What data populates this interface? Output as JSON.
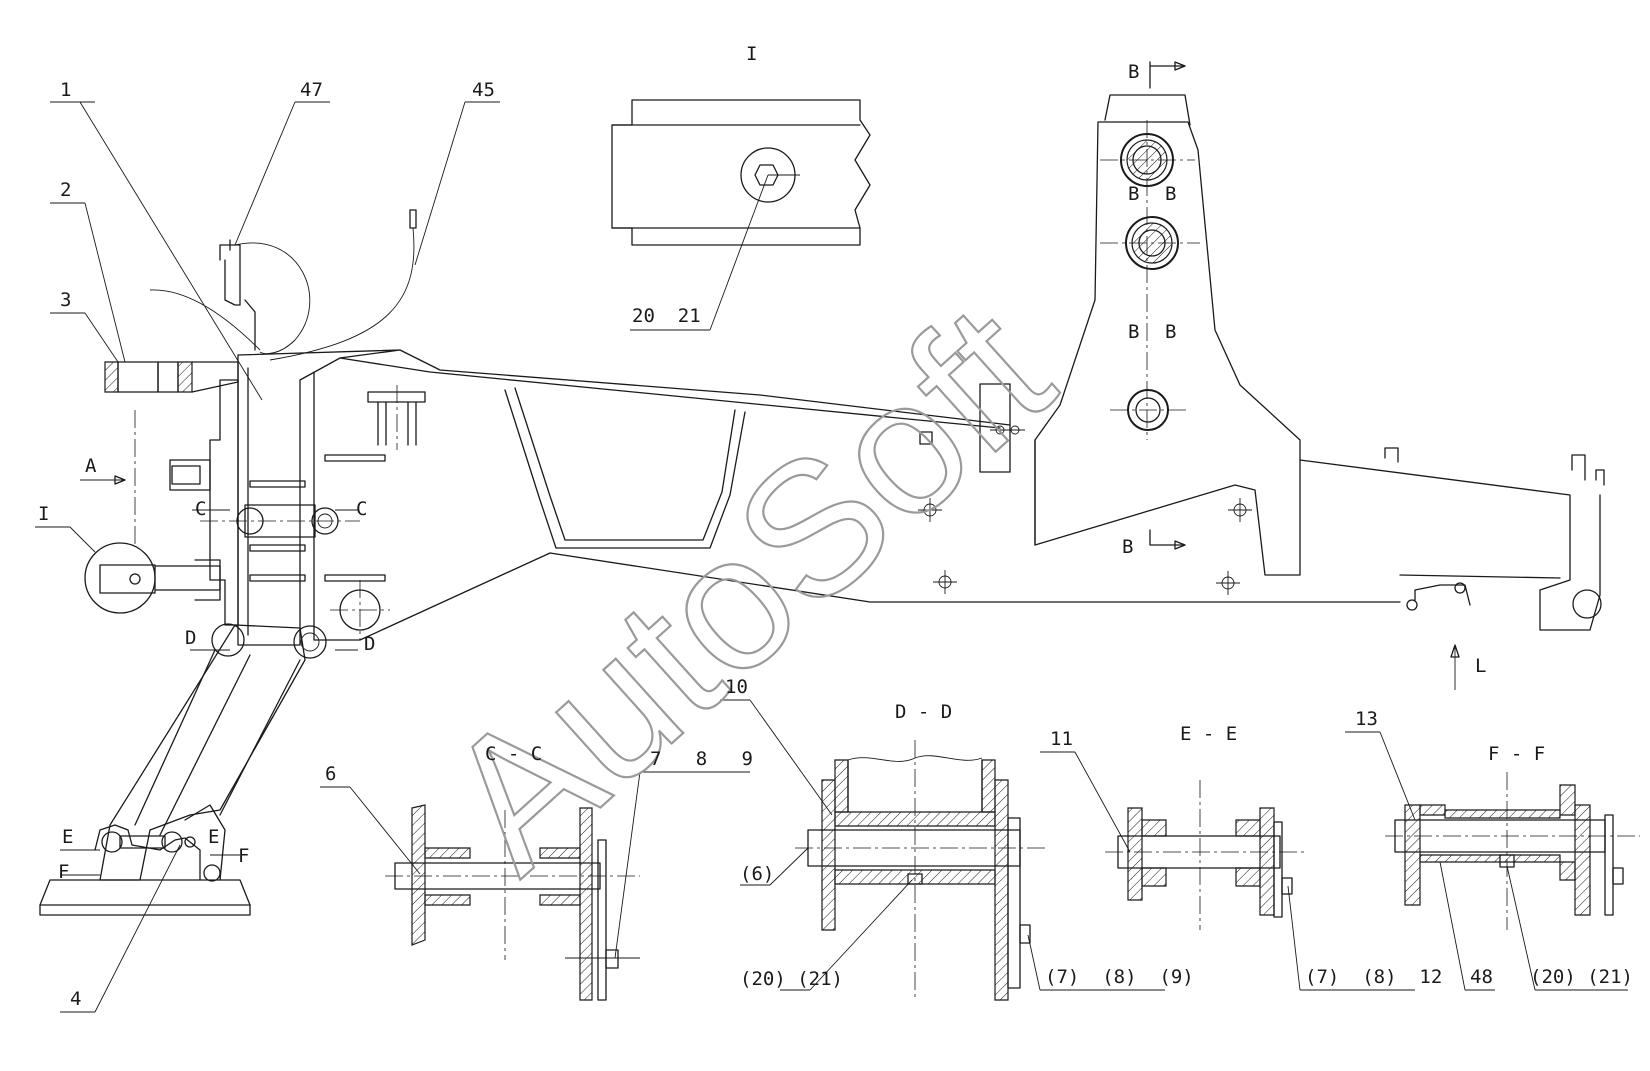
{
  "watermark": "AutoSoft",
  "detail_view": {
    "label": "I"
  },
  "sections": {
    "cc": "C - C",
    "dd": "D - D",
    "ee": "E - E",
    "ff": "F - F"
  },
  "section_marks": {
    "a": "A",
    "b": "B",
    "c": "C",
    "d": "D",
    "e": "E",
    "f": "F",
    "l": "L",
    "i": "I"
  },
  "callouts": {
    "c1": "1",
    "c2": "2",
    "c3": "3",
    "c4": "4",
    "c6": "6",
    "c10": "10",
    "c11": "11",
    "c13": "13",
    "c45": "45",
    "c47": "47",
    "c48": "48",
    "c20_21": "20  21",
    "c7_8_9": "7   8   9",
    "c6p": "(6)",
    "c20p_21p_dd": "(20) (21)",
    "c7p_8p_9p": "(7)  (8)  (9)",
    "c7p_8p_12": "(7)  (8)  12",
    "c20p_21p_ff": "(20) (21)"
  },
  "colors": {
    "line": "#1a1a1a",
    "watermark": "#9a9a9a",
    "background": "#ffffff"
  }
}
